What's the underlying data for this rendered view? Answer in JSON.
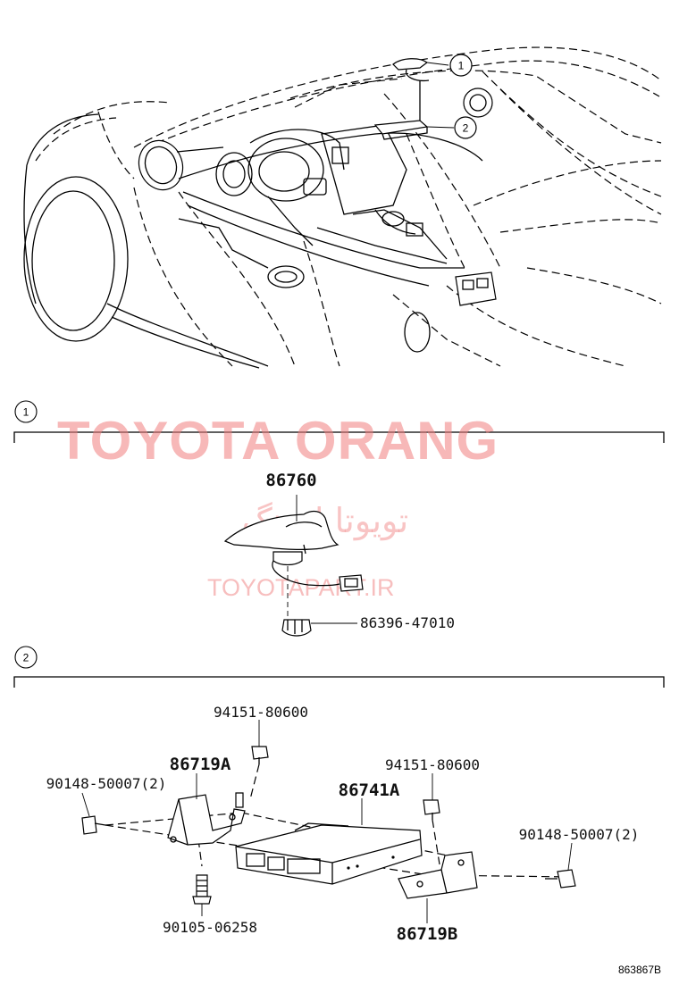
{
  "callouts": [
    "1",
    "2"
  ],
  "watermark": {
    "main": "TOYOTA ORANG",
    "persian": "تویوتا اورنگ",
    "url": "TOYOTAPART.IR"
  },
  "section1": {
    "label": "1",
    "parts": [
      "86760",
      "86396-47010"
    ]
  },
  "section2": {
    "label": "2",
    "parts": [
      "94151-80600",
      "86719A",
      "90148-50007(2)",
      "94151-80600",
      "86741A",
      "90148-50007(2)",
      "90105-06258",
      "86719B"
    ]
  },
  "diagram_code": "863867B"
}
